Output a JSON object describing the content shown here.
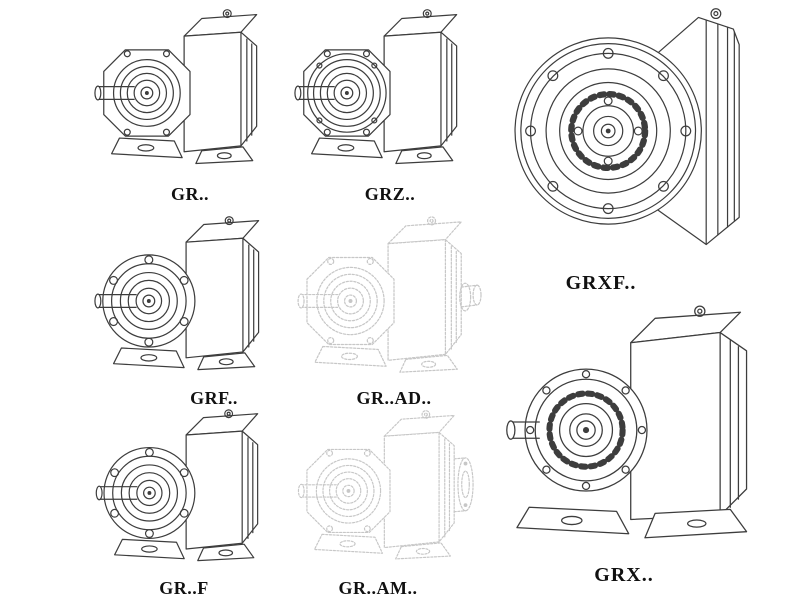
{
  "colors": {
    "line": "#3d3d3d",
    "ghost_line": "#c7c7c7",
    "label": "#111111"
  },
  "models": [
    {
      "id": "gr",
      "label": "GR.."
    },
    {
      "id": "grz",
      "label": "GRZ.."
    },
    {
      "id": "grxf",
      "label": "GRXF.."
    },
    {
      "id": "grf",
      "label": "GRF.."
    },
    {
      "id": "grad",
      "label": "GR..AD.."
    },
    {
      "id": "grx",
      "label": "GRX.."
    },
    {
      "id": "grff",
      "label": "GR..F"
    },
    {
      "id": "gram",
      "label": "GR..AM.."
    }
  ]
}
